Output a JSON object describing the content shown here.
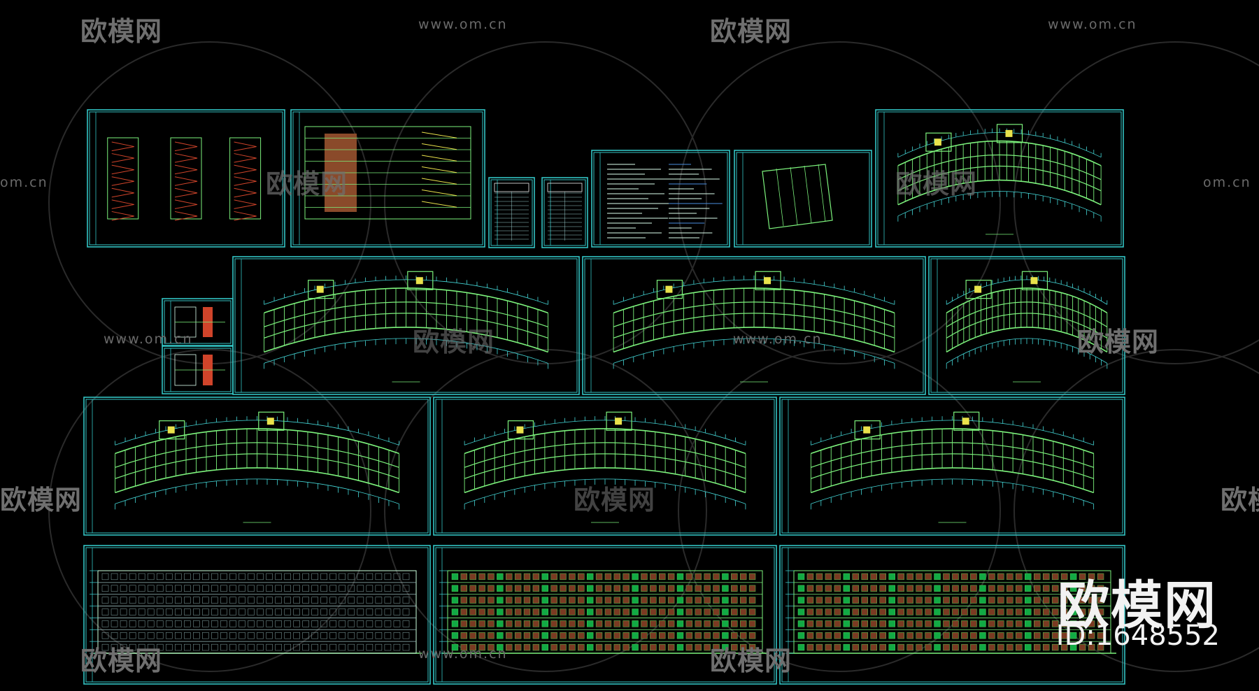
{
  "watermark": {
    "logo_text": "欧模网",
    "url_text": "www.om.cn",
    "url_short": "om.cn",
    "big_text": "欧模网",
    "id_text": "ID:1648552"
  },
  "colors": {
    "background": "#000000",
    "frame": "#33c4c4",
    "wall": "#7cf27c",
    "dim": "#44d6d6",
    "accent_yellow": "#e9e24b",
    "accent_red": "#d0442a",
    "accent_blue": "#4a8ee0",
    "text_white": "#f2f2f2"
  },
  "sheets": [
    {
      "name": "sheet-stair-sections",
      "kind": "stairs"
    },
    {
      "name": "sheet-section-elevation",
      "kind": "section"
    },
    {
      "name": "sheet-table-1",
      "kind": "table"
    },
    {
      "name": "sheet-table-2",
      "kind": "table"
    },
    {
      "name": "sheet-design-notes",
      "kind": "notes"
    },
    {
      "name": "sheet-small-plan",
      "kind": "smallplan"
    },
    {
      "name": "sheet-plan-top-right",
      "kind": "plan"
    },
    {
      "name": "sheet-detail-upper",
      "kind": "detail"
    },
    {
      "name": "sheet-detail-lower",
      "kind": "detail"
    },
    {
      "name": "sheet-plan-row2-a",
      "kind": "plan"
    },
    {
      "name": "sheet-plan-row2-b",
      "kind": "plan"
    },
    {
      "name": "sheet-plan-row2-c",
      "kind": "plan"
    },
    {
      "name": "sheet-plan-row3-a",
      "kind": "plan"
    },
    {
      "name": "sheet-plan-row3-b",
      "kind": "plan"
    },
    {
      "name": "sheet-plan-row3-c",
      "kind": "plan"
    },
    {
      "name": "sheet-elevation-a",
      "kind": "elevation"
    },
    {
      "name": "sheet-elevation-b",
      "kind": "elevation"
    },
    {
      "name": "sheet-elevation-c",
      "kind": "elevation"
    }
  ]
}
